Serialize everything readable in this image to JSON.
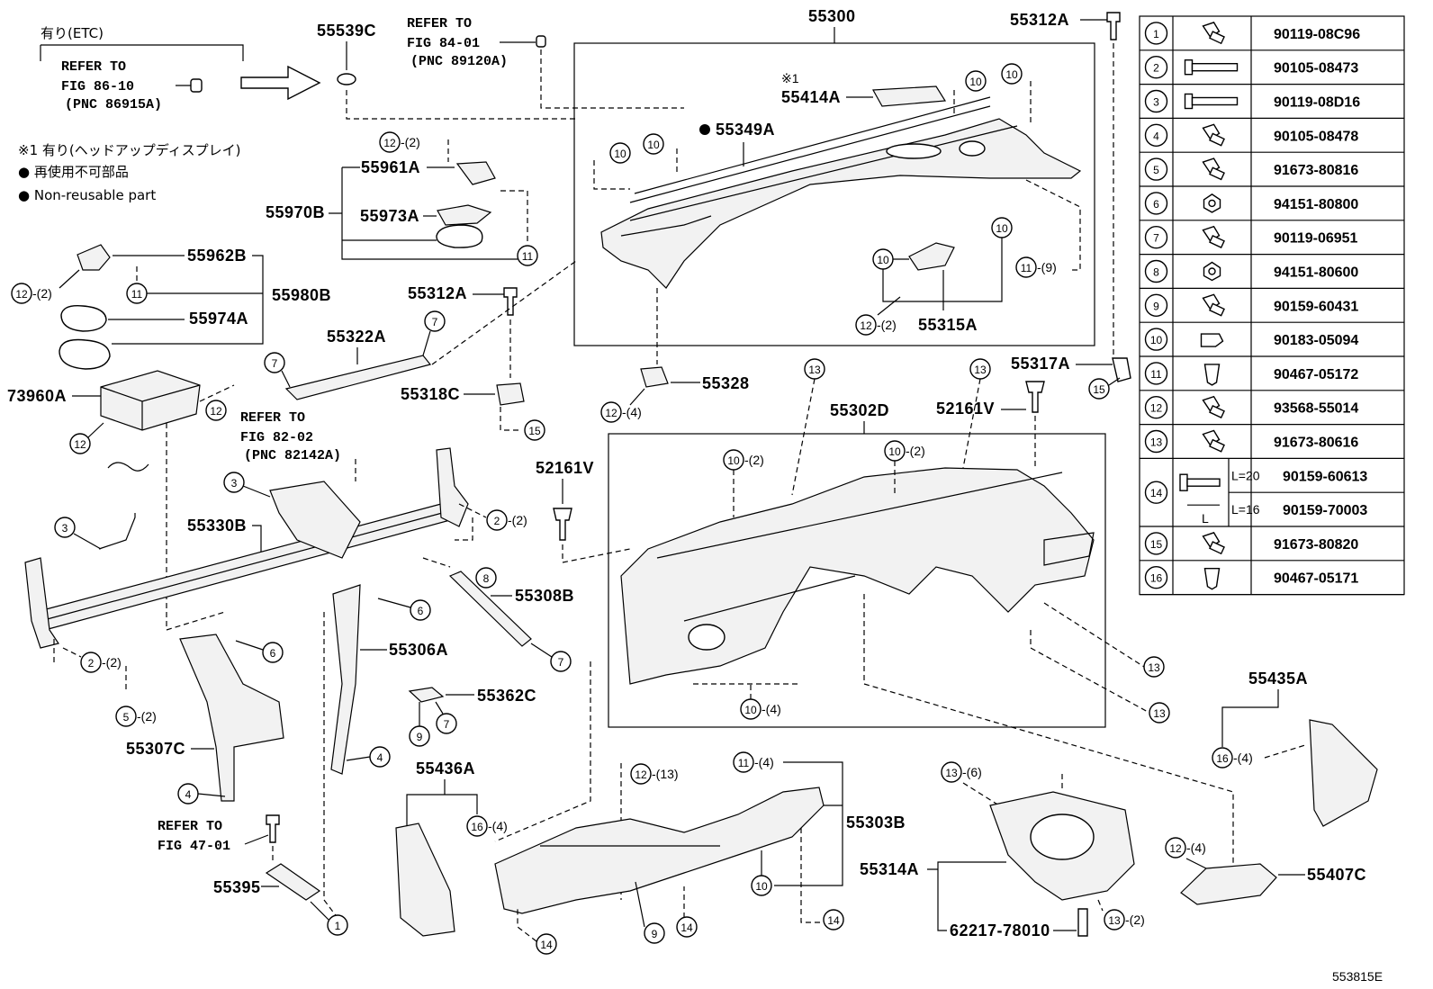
{
  "diagram_id": "553815E",
  "notes": {
    "etc_label": "有り(ETC)",
    "note1": "※1  有り(ヘッドアップディスプレイ)",
    "note2": "● 再使用不可部品",
    "note3": "● Non-reusable part",
    "star1": "※1"
  },
  "refs": {
    "ref_86": [
      "REFER TO",
      "FIG 86-10",
      "(PNC 86915A)"
    ],
    "ref_84": [
      "REFER TO",
      "FIG 84-01",
      "(PNC 89120A)"
    ],
    "ref_82": [
      "REFER TO",
      "FIG 82-02",
      "(PNC 82142A)"
    ],
    "ref_47": [
      "REFER TO",
      "FIG 47-01"
    ]
  },
  "part_numbers": {
    "p55539C": "55539C",
    "p55300": "55300",
    "p55312A_top": "55312A",
    "p55414A": "55414A",
    "p55349A": "55349A",
    "p55961A": "55961A",
    "p55970B": "55970B",
    "p55973A": "55973A",
    "p55962B": "55962B",
    "p55980B": "55980B",
    "p55974A": "55974A",
    "p73960A": "73960A",
    "p55312A_mid": "55312A",
    "p55322A": "55322A",
    "p55318C": "55318C",
    "p55315A": "55315A",
    "p55328": "55328",
    "p55317A": "55317A",
    "p52161V_a": "52161V",
    "p52161V_b": "52161V",
    "p55302D": "55302D",
    "p55330B": "55330B",
    "p55308B": "55308B",
    "p55306A": "55306A",
    "p55362C": "55362C",
    "p55307C": "55307C",
    "p55436A": "55436A",
    "p55303B": "55303B",
    "p55314A": "55314A",
    "p62217": "62217-78010",
    "p55395": "55395",
    "p55435A": "55435A",
    "p55407C": "55407C"
  },
  "callouts": {
    "c12_2_a": "(12)-(2)",
    "qty2": "-(2)",
    "qty4": "-(4)",
    "qty6": "-(6)",
    "qty9": "-(9)",
    "qty13": "-(13)"
  },
  "fastener_table": {
    "rows": [
      {
        "n": "1",
        "part": "90119-08C96",
        "icon": "bolt-flange-icon"
      },
      {
        "n": "2",
        "part": "90105-08473",
        "icon": "long-bolt-icon"
      },
      {
        "n": "3",
        "part": "90119-08D16",
        "icon": "long-bolt-icon"
      },
      {
        "n": "4",
        "part": "90105-08478",
        "icon": "bolt-flange-icon"
      },
      {
        "n": "5",
        "part": "91673-80816",
        "icon": "bolt-flange-icon"
      },
      {
        "n": "6",
        "part": "94151-80800",
        "icon": "nut-icon"
      },
      {
        "n": "7",
        "part": "90119-06951",
        "icon": "bolt-flange-icon"
      },
      {
        "n": "8",
        "part": "94151-80600",
        "icon": "nut-icon"
      },
      {
        "n": "9",
        "part": "90159-60431",
        "icon": "bolt-flange-icon"
      },
      {
        "n": "10",
        "part": "90183-05094",
        "icon": "clip-icon"
      },
      {
        "n": "11",
        "part": "90467-05172",
        "icon": "push-clip-icon"
      },
      {
        "n": "12",
        "part": "93568-55014",
        "icon": "bolt-flange-icon"
      },
      {
        "n": "13",
        "part": "91673-80616",
        "icon": "bolt-flange-icon"
      },
      {
        "n": "14a",
        "part": "90159-60613",
        "length": "L=20",
        "icon": "bolt-length-icon"
      },
      {
        "n": "14b",
        "part": "90159-70003",
        "length": "L=16"
      },
      {
        "n": "15",
        "part": "91673-80820",
        "icon": "bolt-flange-icon"
      },
      {
        "n": "16",
        "part": "90467-05171",
        "icon": "push-clip-icon"
      }
    ],
    "row14_number": "14",
    "l_label": "L"
  }
}
